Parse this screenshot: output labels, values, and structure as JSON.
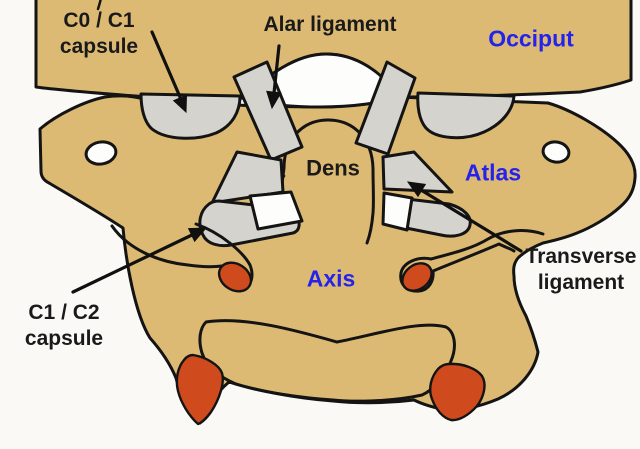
{
  "diagram": {
    "region_labels": [
      {
        "id": "occiput",
        "text": "Occiput"
      },
      {
        "id": "atlas",
        "text": "Atlas"
      },
      {
        "id": "axis",
        "text": "Axis"
      },
      {
        "id": "dens",
        "text": "Dens"
      }
    ],
    "annotations": [
      {
        "id": "c0-c1-capsule",
        "lines": [
          "C0 / C1",
          "capsule"
        ]
      },
      {
        "id": "alar-ligament",
        "lines": [
          "Alar ligament"
        ]
      },
      {
        "id": "transverse-ligament",
        "lines": [
          "Transverse",
          "ligament"
        ]
      },
      {
        "id": "c1-c2-capsule",
        "lines": [
          "C1 / C2",
          "capsule"
        ]
      }
    ],
    "palette": {
      "bone": "#ddba74",
      "ligament_gray": "#d4d3cd",
      "joint_white": "#fdfdfb",
      "facet_orange": "#cf4a1c",
      "outline_black": "#141414",
      "label_blue": "#2323ec",
      "background": "#fbf9f6"
    }
  }
}
